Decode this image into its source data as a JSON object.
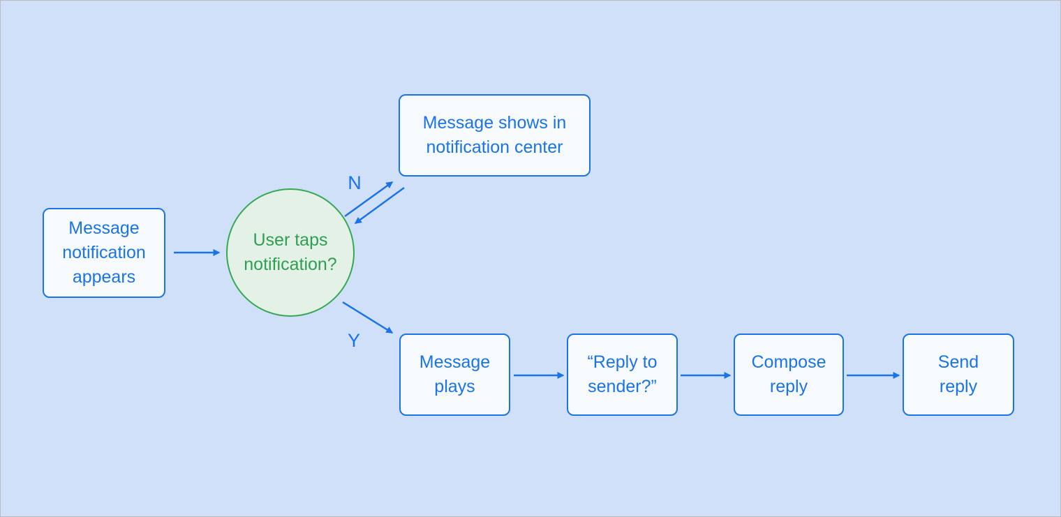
{
  "diagram": {
    "type": "flowchart",
    "colors": {
      "background": "#cfe0f8",
      "accent_blue": "#1a73e8",
      "accent_green": "#34a853",
      "decision_fill": "#e4f1e7",
      "node_fill": "#f6fafd",
      "frame_border": "#b9bdc3"
    },
    "nodes": [
      {
        "id": "message-notification-appears",
        "shape": "rectangle",
        "label": "Message\nnotification\nappears"
      },
      {
        "id": "user-taps-notification",
        "shape": "circle",
        "label": "User taps\nnotification?"
      },
      {
        "id": "message-shows-in-notification-center",
        "shape": "rectangle",
        "label": "Message shows in\nnotification center"
      },
      {
        "id": "message-plays",
        "shape": "rectangle",
        "label": "Message\nplays"
      },
      {
        "id": "reply-to-sender",
        "shape": "rectangle",
        "label": "“Reply to\nsender?”"
      },
      {
        "id": "compose-reply",
        "shape": "rectangle",
        "label": "Compose\nreply"
      },
      {
        "id": "send-reply",
        "shape": "rectangle",
        "label": "Send\nreply"
      }
    ],
    "edges": [
      {
        "from": "message-notification-appears",
        "to": "user-taps-notification",
        "label": ""
      },
      {
        "from": "user-taps-notification",
        "to": "message-shows-in-notification-center",
        "label": "N"
      },
      {
        "from": "message-shows-in-notification-center",
        "to": "user-taps-notification",
        "label": ""
      },
      {
        "from": "user-taps-notification",
        "to": "message-plays",
        "label": "Y"
      },
      {
        "from": "message-plays",
        "to": "reply-to-sender",
        "label": ""
      },
      {
        "from": "reply-to-sender",
        "to": "compose-reply",
        "label": ""
      },
      {
        "from": "compose-reply",
        "to": "send-reply",
        "label": ""
      }
    ],
    "edge_labels": {
      "no": "N",
      "yes": "Y"
    }
  }
}
